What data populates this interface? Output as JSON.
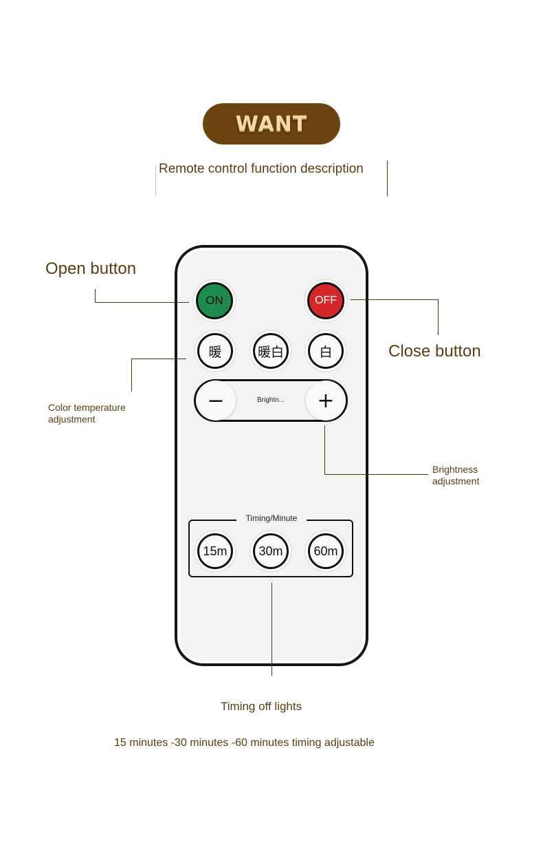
{
  "header": {
    "badge_text": "WANT",
    "subtitle": "Remote control function description"
  },
  "remote": {
    "on_label": "ON",
    "off_label": "OFF",
    "color_temp_buttons": [
      "暖",
      "暖白",
      "白"
    ],
    "brightness": {
      "minus": "−",
      "plus": "+",
      "label": "Brightn..."
    },
    "timing": {
      "title": "Timing/Minute",
      "buttons": [
        "15m",
        "30m",
        "60m"
      ]
    }
  },
  "callouts": {
    "open_button": "Open button",
    "close_button": "Close button",
    "color_temp": "Color temperature adjustment",
    "brightness": "Brightness adjustment",
    "timing_off": "Timing off lights",
    "timing_desc": "15 minutes -30 minutes -60 minutes timing adjustable"
  },
  "colors": {
    "badge_bg": "#6b4410",
    "text_brown": "#5a3d12",
    "on_green": "#1e8a4b",
    "off_red": "#d5272a"
  }
}
